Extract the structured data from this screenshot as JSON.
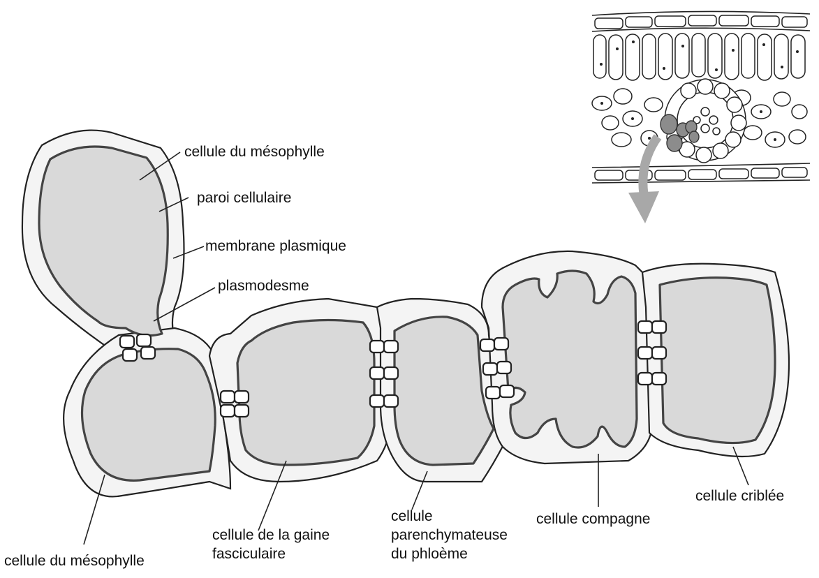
{
  "labels": {
    "mesophyll_top": "cellule du mésophylle",
    "cell_wall": "paroi cellulaire",
    "plasma_membrane": "membrane plasmique",
    "plasmodesma": "plasmodesme",
    "mesophyll_bottom": "cellule du mésophylle",
    "bundle_sheath_line1": "cellule de la gaine",
    "bundle_sheath_line2": "fasciculaire",
    "phloem_parenchyma_line1": "cellule",
    "phloem_parenchyma_line2": "parenchymateuse",
    "phloem_parenchyma_line3": "du phloème",
    "companion_cell": "cellule compagne",
    "sieve_cell": "cellule criblée"
  },
  "colors": {
    "cytoplasm": "#d9d9d9",
    "cell_wall": "#f4f4f4",
    "outline": "#222222",
    "highlighted_cells": "#8c8c8c"
  },
  "icons": {
    "arrow": "curved-arrow-icon"
  }
}
